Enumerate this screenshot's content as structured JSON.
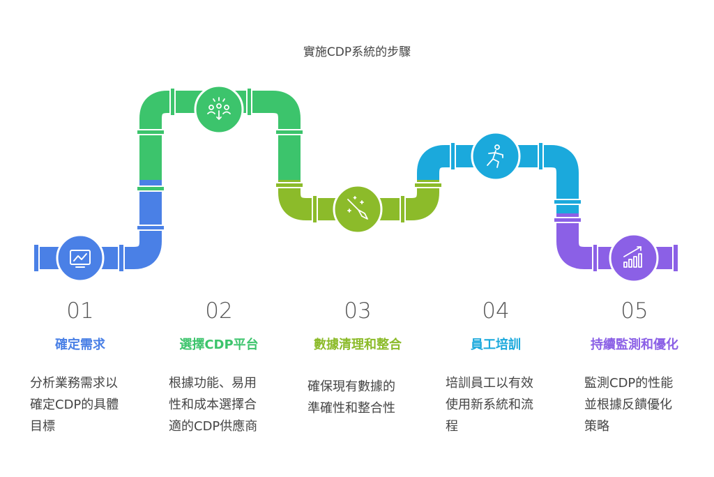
{
  "title": "實施CDP系統的步驟",
  "colors": {
    "step1": "#4a80e6",
    "step2": "#3cc46c",
    "step3": "#8cbb2a",
    "step4": "#1ba9dc",
    "step5": "#8b60e6"
  },
  "steps": [
    {
      "number": "01",
      "heading": "確定需求",
      "desc_lines": [
        "分析業務需求以",
        "確定CDP的具體",
        "目標"
      ],
      "icon": "chart-monitor-icon"
    },
    {
      "number": "02",
      "heading": "選擇CDP平台",
      "desc_lines": [
        "根據功能、易用",
        "性和成本選擇合",
        "適的CDP供應商"
      ],
      "icon": "people-selection-icon"
    },
    {
      "number": "03",
      "heading": "數據清理和整合",
      "desc_lines": [
        "確保現有數據的",
        "準確性和整合性"
      ],
      "icon": "broom-icon"
    },
    {
      "number": "04",
      "heading": "員工培訓",
      "desc_lines": [
        "培訓員工以有效",
        "使用新系統和流",
        "程"
      ],
      "icon": "person-exercise-icon"
    },
    {
      "number": "05",
      "heading": "持續監測和優化",
      "desc_lines": [
        "監測CDP的性能",
        "並根據反饋優化",
        "策略"
      ],
      "icon": "growth-chart-icon"
    }
  ]
}
